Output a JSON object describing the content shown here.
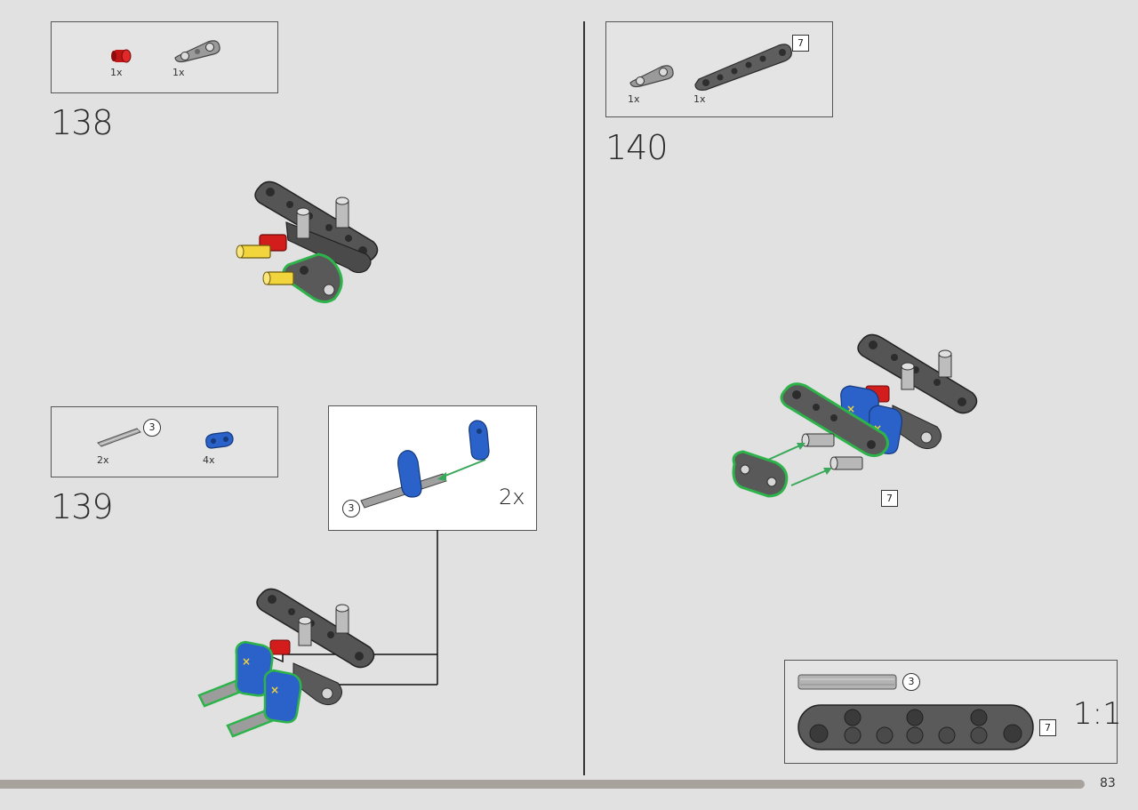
{
  "page": {
    "number": "83"
  },
  "steps": [
    {
      "number": "138",
      "parts": [
        {
          "qty": "1x",
          "name": "red-bush-icon"
        },
        {
          "qty": "1x",
          "name": "grey-link-beam-icon"
        }
      ]
    },
    {
      "number": "139",
      "parts": [
        {
          "qty": "2x",
          "name": "grey-axle-icon",
          "length": "3"
        },
        {
          "qty": "4x",
          "name": "blue-connector-icon"
        }
      ],
      "callout": {
        "multiplier": "2x",
        "axle_length": "3"
      }
    },
    {
      "number": "140",
      "parts": [
        {
          "qty": "1x",
          "name": "grey-link-beam-icon"
        },
        {
          "qty": "1x",
          "name": "grey-beam-icon",
          "length": "7"
        }
      ],
      "assembly_beam_length": "7"
    }
  ],
  "scale_box": {
    "scale": "1:1",
    "axle_length": "3",
    "beam_length": "7"
  },
  "colors": {
    "background": "#e1e1e1",
    "beam": "#5a5a5a",
    "highlight": "#2db34a",
    "blue": "#2a62c9",
    "red": "#cc1a1a",
    "yellow": "#f0d23c"
  }
}
